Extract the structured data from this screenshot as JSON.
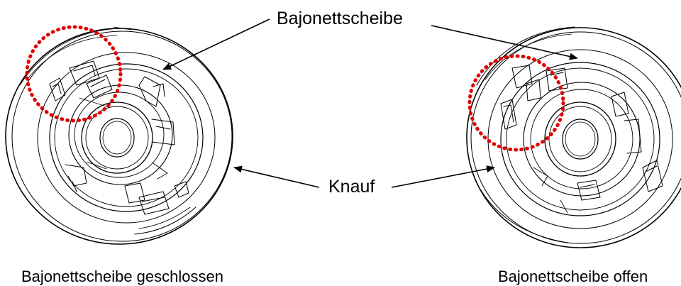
{
  "labels": {
    "disc": "Bajonettscheibe",
    "knob": "Knauf"
  },
  "captions": {
    "left": "Bajonettscheibe geschlossen",
    "right": "Bajonettscheibe offen"
  },
  "colors": {
    "line": "#000000",
    "highlight": "#e00000"
  }
}
